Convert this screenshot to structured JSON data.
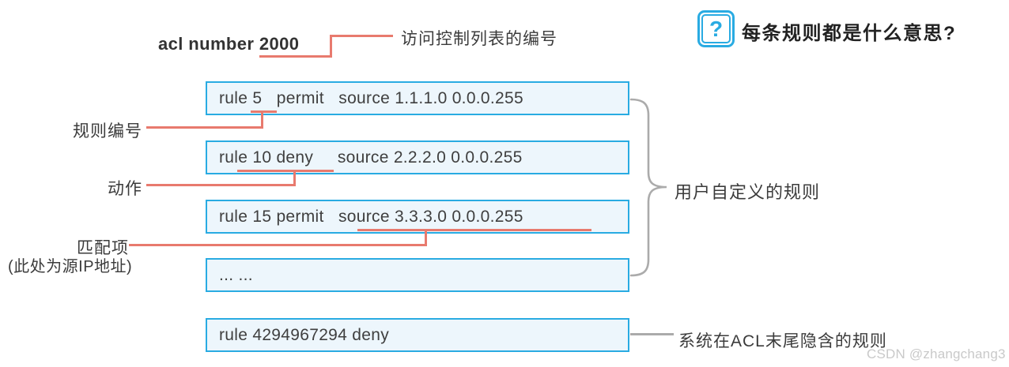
{
  "header": {
    "acl_title": "acl number 2000",
    "acl_number_annotation": "访问控制列表的编号",
    "question_icon_glyph": "?",
    "question_text": "每条规则都是什么意思?"
  },
  "rules": [
    {
      "text": "rule 5   permit   source 1.1.1.0 0.0.0.255"
    },
    {
      "text": "rule 10 deny     source 2.2.2.0 0.0.0.255"
    },
    {
      "text": "rule 15 permit   source 3.3.3.0 0.0.0.255"
    },
    {
      "text": "... ..."
    },
    {
      "text": "rule 4294967294 deny"
    }
  ],
  "annotations": {
    "rule_number": "规则编号",
    "action": "动作",
    "match_item": "匹配项",
    "match_item_note": "(此处为源IP地址)",
    "user_defined_rules": "用户自定义的规则",
    "implicit_rule": "系统在ACL末尾隐含的规则"
  },
  "watermark": "CSDN @zhangchang3",
  "colors": {
    "box_border": "#29abe2",
    "box_fill": "#edf6fc",
    "annotation_line": "#e87a6e",
    "brace_line": "#ababab",
    "text": "#3b3b3b",
    "watermark": "#c9c9c9",
    "icon": "#29abe2"
  }
}
